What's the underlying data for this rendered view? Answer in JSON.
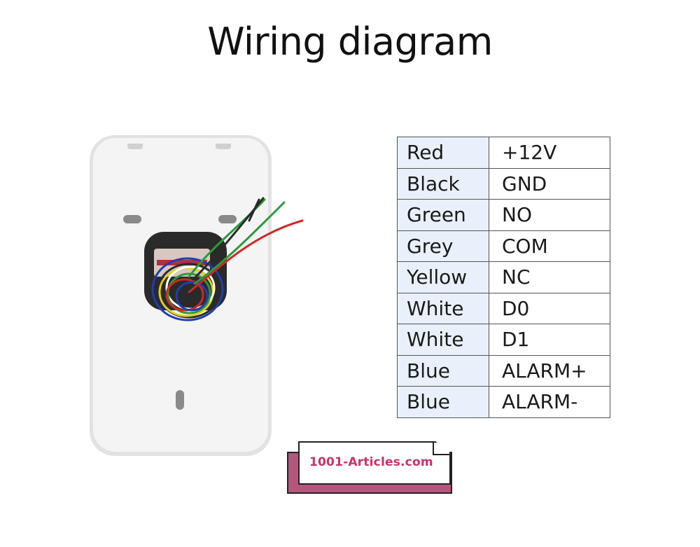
{
  "title": "Wiring diagram",
  "wiring_table": {
    "rows": [
      {
        "color": "Red",
        "function": "+12V"
      },
      {
        "color": "Black",
        "function": "GND"
      },
      {
        "color": "Green",
        "function": "NO"
      },
      {
        "color": "Grey",
        "function": "COM"
      },
      {
        "color": "Yellow",
        "function": "NC"
      },
      {
        "color": "White",
        "function": "D0"
      },
      {
        "color": "White",
        "function": "D1"
      },
      {
        "color": "Blue",
        "function": "ALARM+"
      },
      {
        "color": "Blue",
        "function": "ALARM-"
      }
    ]
  },
  "watermark": {
    "text": "1001-Articles.com"
  },
  "colors": {
    "table_label_bg": "#e9f0fb",
    "device_body": "#f3f3f3",
    "watermark_accent": "#b5577c",
    "watermark_text": "#c8326b"
  }
}
